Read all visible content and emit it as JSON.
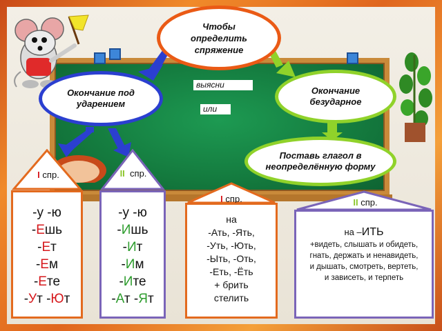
{
  "clouds": {
    "top_text": "Чтобы определить спряжение",
    "left_text": "Окончание под ударением",
    "right_text": "Окончание безударное",
    "mid_text": "Поставь глагол в неопределённую форму"
  },
  "notes": {
    "upper": "выясни",
    "lower": "или"
  },
  "tags": {
    "left_I_num": "I",
    "left_I_txt": "спр.",
    "left_II_num": "II",
    "left_II_txt": "спр.",
    "right_I_num": "I",
    "right_I_txt": "спр.",
    "right_II_num": "II",
    "right_II_txt": "спр."
  },
  "card_I": {
    "lines": [
      {
        "a": "-у  -ю",
        "b": "",
        "c": ""
      },
      {
        "a": "-",
        "b": "Е",
        "c": "шь"
      },
      {
        "a": "-",
        "b": "Е",
        "c": "т"
      },
      {
        "a": "-",
        "b": "Е",
        "c": "м"
      },
      {
        "a": "-",
        "b": "Е",
        "c": "те"
      },
      {
        "a": "-",
        "b": "У",
        "c": "т  -",
        "d": "Ю",
        "e": "т"
      }
    ]
  },
  "card_II": {
    "lines": [
      {
        "a": "-у  -ю",
        "b": "",
        "c": ""
      },
      {
        "a": "-",
        "b": "И",
        "c": "шь"
      },
      {
        "a": "-",
        "b": "И",
        "c": "т"
      },
      {
        "a": "-",
        "b": "И",
        "c": "м"
      },
      {
        "a": "-",
        "b": "И",
        "c": "те"
      },
      {
        "a": "-",
        "b": "А",
        "c": "т  -",
        "d": "Я",
        "e": "т"
      }
    ]
  },
  "card_endings": [
    "на",
    "-Ать, -Ять,",
    "-Уть, -Ють,",
    "-Ыть, -Оть,",
    "-Еть, -Ёть",
    "+ брить",
    "стелить"
  ],
  "card_verbs": {
    "head_prefix": "на –",
    "head_suffix": "ИТЬ",
    "lines": [
      "+видеть, слышать и обидеть,",
      "гнать, держать и ненавидеть,",
      "и дышать, смотреть, вертеть,",
      "и зависеть, и терпеть"
    ]
  },
  "colors": {
    "orange": "#ea5a15",
    "blue": "#2b3fd0",
    "green": "#90d22a",
    "red": "#d6181c",
    "board": "#147a3e"
  }
}
